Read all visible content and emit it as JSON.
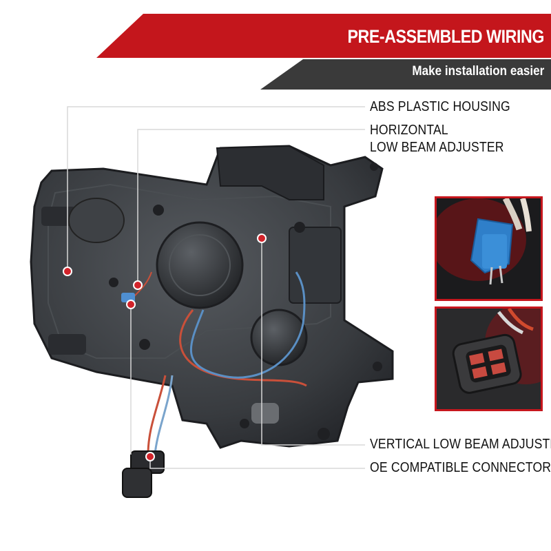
{
  "banner": {
    "title": "PRE-ASSEMBLED WIRING",
    "subtitle": "Make installation easier",
    "colors": {
      "red": "#c4161c",
      "dark": "#3a3a3a"
    }
  },
  "callouts": [
    {
      "text": "ABS PLASTIC HOUSING"
    },
    {
      "text": "HORIZONTAL"
    },
    {
      "text": "LOW BEAM ADJUSTER"
    },
    {
      "text": "VERTICAL LOW BEAM ADJUSTER"
    },
    {
      "text": "OE COMPATIBLE CONNECTORS"
    }
  ],
  "markers": {
    "color": "#d2232a"
  },
  "insets": {
    "border_color": "#c6161d"
  }
}
